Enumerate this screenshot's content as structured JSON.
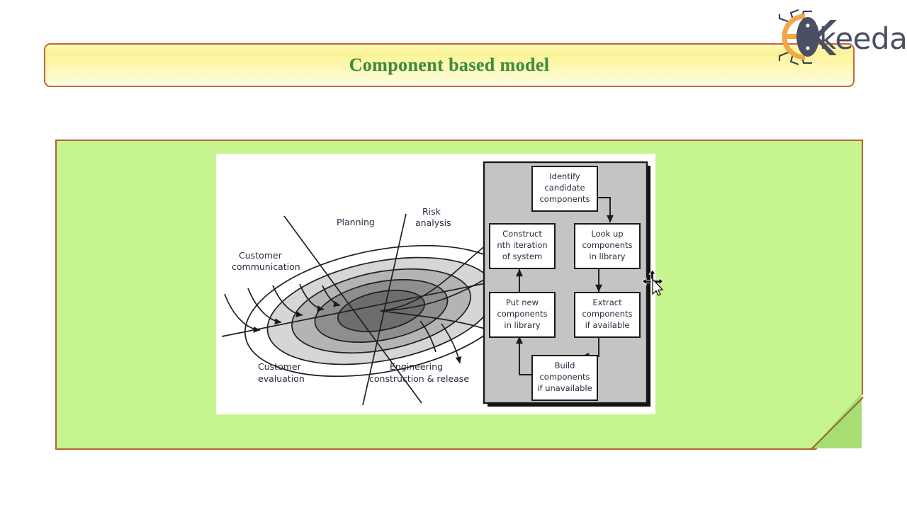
{
  "slide": {
    "title": "Component based model",
    "title_color": "#3e8b3e",
    "banner_border_color": "#c4653a",
    "card_bg_color": "#c6f48f",
    "card_border_color": "#b5622f"
  },
  "logo": {
    "brand": "keeda",
    "mark_icon": "ekeeda-bug-logo-icon",
    "e_ring_color": "#f0a848",
    "bug_color": "#4a4f63",
    "text_color": "#4a4f63"
  },
  "diagram": {
    "name": "component-based-development-model",
    "spiral": {
      "labels": [
        {
          "id": "customer-communication",
          "lines": [
            "Customer",
            "communication"
          ]
        },
        {
          "id": "planning",
          "lines": [
            "Planning"
          ]
        },
        {
          "id": "risk-analysis",
          "lines": [
            "Risk",
            "analysis"
          ]
        },
        {
          "id": "engineering-construction-release",
          "lines": [
            "Engineering",
            "construction & release"
          ]
        },
        {
          "id": "customer-evaluation",
          "lines": [
            "Customer",
            "evaluation"
          ]
        }
      ],
      "ring_colors": [
        "#ffffff",
        "#d8d8d8",
        "#b6b6b6",
        "#8f8f8f",
        "#6e6e6e"
      ]
    },
    "panel": {
      "bg_color": "#c4c4c4",
      "boxes": [
        {
          "id": "identify-candidate-components",
          "lines": [
            "Identify",
            "candidate",
            "components"
          ]
        },
        {
          "id": "construct-nth-iteration-of-system",
          "lines": [
            "Construct",
            "nth iteration",
            "of system"
          ]
        },
        {
          "id": "look-up-components-in-library",
          "lines": [
            "Look up",
            "components",
            "in library"
          ]
        },
        {
          "id": "put-new-components-in-library",
          "lines": [
            "Put new",
            "components",
            "in library"
          ]
        },
        {
          "id": "extract-components-if-available",
          "lines": [
            "Extract",
            "components",
            "if available"
          ]
        },
        {
          "id": "build-components-if-unavailable",
          "lines": [
            "Build",
            "components",
            "if unavailable"
          ]
        }
      ]
    }
  },
  "cursor": {
    "type": "move-resize-cursor"
  }
}
